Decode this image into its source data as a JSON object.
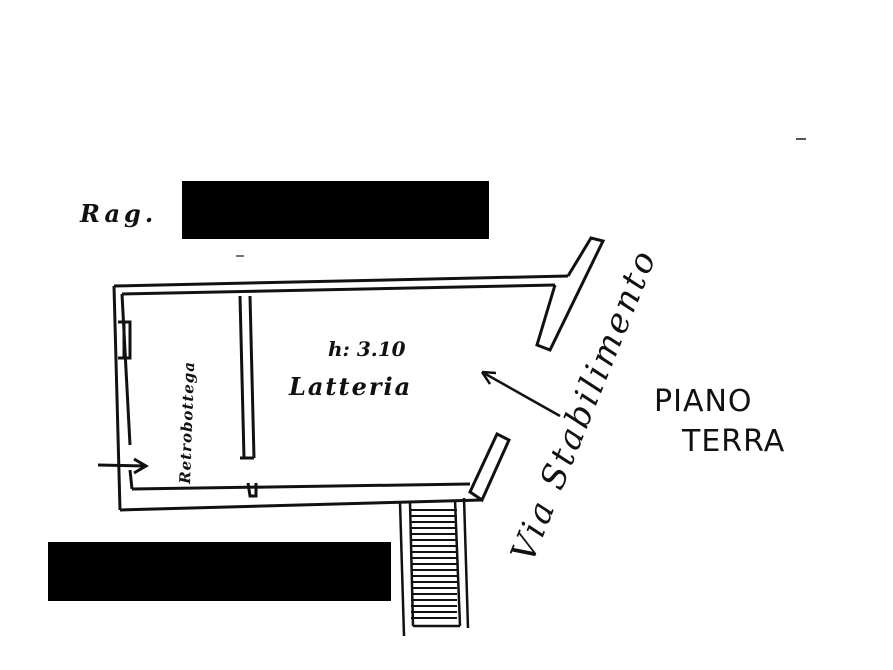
{
  "labels": {
    "owner_prefix": "Rag.",
    "height": "h: 3.10",
    "room_main": "Latteria",
    "room_back": "Retrobottega",
    "street": "Via Stabilimento",
    "floor_line1": "PIANO",
    "floor_line2": "TERRA"
  },
  "colors": {
    "ink": "#111111",
    "redaction": "#000000",
    "paper": "#ffffff"
  }
}
